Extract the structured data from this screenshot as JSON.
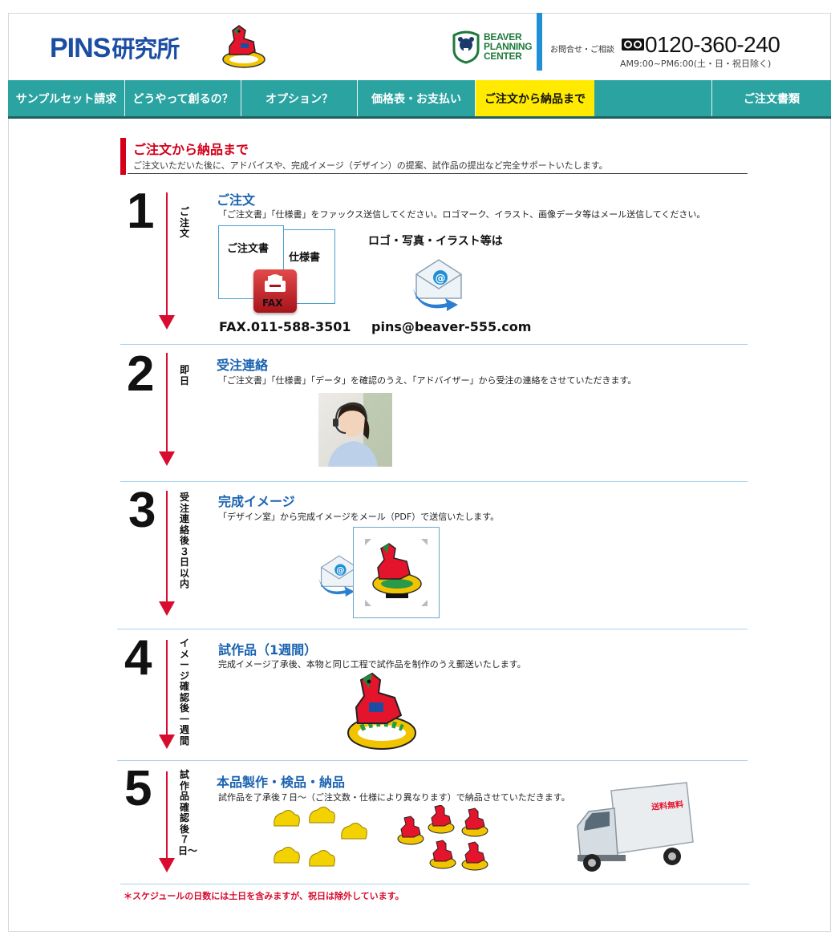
{
  "header": {
    "logo_pins": "PINS",
    "logo_kanji": "研究所",
    "company_lines": [
      "BEAVER",
      "PLANNING",
      "CENTER"
    ],
    "inquiry_label": "お問合せ・ご相談",
    "phone": "0120-360-240",
    "hours": "AM9:00~PM6:00(土・日・祝日除く)"
  },
  "nav": {
    "items": [
      {
        "label": "サンプルセット請求"
      },
      {
        "label": "どうやって創るの？"
      },
      {
        "label": "オプション？"
      },
      {
        "label": "価格表・お支払い"
      },
      {
        "label": "ご注文から納品まで"
      },
      {
        "label": ""
      },
      {
        "label": "ご注文書類"
      }
    ]
  },
  "section": {
    "title": "ご注文から納品まで",
    "lead": "ご注文いただいた後に、アドバイスや、完成イメージ（デザイン）の提案、試作品の提出など完全サポートいたします。"
  },
  "steps": [
    {
      "num": "1",
      "side": "ご注文",
      "title": "ご注文",
      "desc": "「ご注文書」「仕様書」をファックス送信してください。ロゴマーク、イラスト、画像データ等はメール送信してください。",
      "doc1": "ご注文書",
      "doc2": "仕様書",
      "fax_badge": "FAX",
      "mail_heading": "ロゴ・写真・イラスト等は",
      "fax_number": "FAX.011-588-3501",
      "email": "pins@beaver-555.com"
    },
    {
      "num": "2",
      "side": "即日",
      "title": "受注連絡",
      "desc": "「ご注文書」「仕様書」「データ」を確認のうえ、「アドバイザー」から受注の連絡をさせていただきます。"
    },
    {
      "num": "3",
      "side": "受注連絡後３日以内",
      "title": "完成イメージ",
      "desc": "「デザイン室」から完成イメージをメール（PDF）で送信いたします。"
    },
    {
      "num": "4",
      "side": "イメージ確認後一週間",
      "title": "試作品（1週間）",
      "desc": "完成イメージ了承後、本物と同じ工程で試作品を制作のうえ郵送いたします。"
    },
    {
      "num": "5",
      "side": "試作品確認後７日〜",
      "title": "本品製作・検品・納品",
      "desc": "試作品を了承後７日〜（ご注文数・仕様により異なります）で納品させていただきます。",
      "truck_sign": "送料無料"
    }
  ],
  "note": "＊スケジュールの日数には土日を含みますが、祝日は除外しています。",
  "colors": {
    "nav": "#2aa3a1",
    "nav_active": "#ffea00",
    "accent_red": "#d80c2e",
    "title_blue": "#1a63b0",
    "logo_blue": "#1b4ea3"
  }
}
